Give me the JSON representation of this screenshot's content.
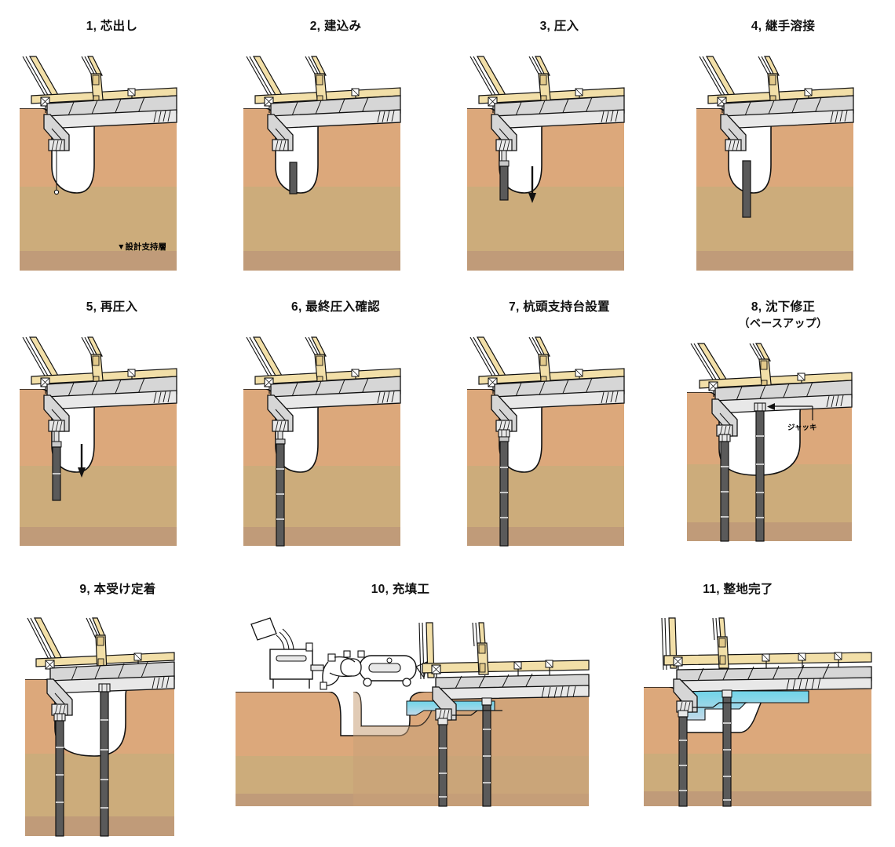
{
  "diagram": {
    "title_implicit": "",
    "colors": {
      "soil_top": "#DCA87B",
      "soil_mid": "#CCAC7B",
      "soil_bottom": "#C09B79",
      "wood": "#F2DFA8",
      "wood_dark": "#E2C98A",
      "concrete": "#D6D6D6",
      "concrete_light": "#E8E8E8",
      "pile": "#4A4A4A",
      "pile_light": "#8A8A8A",
      "grout_top": "#6FD4E8",
      "grout_bottom": "#C3DAE9",
      "outline": "#111111",
      "background": "#FFFFFF"
    },
    "legend": {
      "bearing_layer_label": "▼設計支持層",
      "jack_label": "ジャッキ"
    },
    "panels": [
      {
        "n": 1,
        "number": "1",
        "label": "芯出し",
        "title": "1, 芯出し",
        "row": 1,
        "col": 1,
        "annotations": [
          "▼設計支持層"
        ],
        "pile_state": "none",
        "has_plumb_bob": true
      },
      {
        "n": 2,
        "number": "2",
        "label": "建込み",
        "title": "2, 建込み",
        "row": 1,
        "col": 2,
        "annotations": [],
        "pile_state": "short",
        "has_plumb_bob": false
      },
      {
        "n": 3,
        "number": "3",
        "label": "圧入",
        "title": "3, 圧入",
        "row": 1,
        "col": 3,
        "annotations": [
          "下向き矢印"
        ],
        "pile_state": "jacking",
        "has_plumb_bob": false
      },
      {
        "n": 4,
        "number": "4",
        "label": "継手溶接",
        "title": "4, 継手溶接",
        "row": 1,
        "col": 4,
        "annotations": [],
        "pile_state": "medium",
        "has_plumb_bob": false
      },
      {
        "n": 5,
        "number": "5",
        "label": "再圧入",
        "title": "5, 再圧入",
        "row": 2,
        "col": 1,
        "annotations": [
          "下向き矢印"
        ],
        "pile_state": "jacking2",
        "has_plumb_bob": false
      },
      {
        "n": 6,
        "number": "6",
        "label": "最終圧入確認",
        "title": "6, 最終圧入確認",
        "row": 2,
        "col": 2,
        "annotations": [],
        "pile_state": "full",
        "has_plumb_bob": false
      },
      {
        "n": 7,
        "number": "7",
        "label": "杭頭支持台設置",
        "title": "7, 杭頭支持台設置",
        "row": 2,
        "col": 3,
        "annotations": [],
        "pile_state": "full-cap",
        "has_plumb_bob": false
      },
      {
        "n": 8,
        "number": "8",
        "label": "沈下修正",
        "title": "8, 沈下修正",
        "sub": "（ベースアップ）",
        "row": 2,
        "col": 4,
        "annotations": [
          "ジャッキ"
        ],
        "pile_state": "two-full",
        "has_plumb_bob": false
      },
      {
        "n": 9,
        "number": "9",
        "label": "本受け定着",
        "title": "9, 本受け定着",
        "row": 3,
        "col": 1,
        "annotations": [],
        "pile_state": "two-full",
        "has_plumb_bob": false
      },
      {
        "n": 10,
        "number": "10",
        "label": "充填工",
        "title": "10, 充填工",
        "row": 3,
        "col": 2,
        "annotations": [
          "ミキサー",
          "グラウトポンプ",
          "セメント袋"
        ],
        "pile_state": "two-full-grout-partial",
        "has_plumb_bob": false
      },
      {
        "n": 11,
        "number": "11",
        "label": "整地完了",
        "title": "11, 整地完了",
        "row": 3,
        "col": 3,
        "annotations": [],
        "pile_state": "two-full-grout-complete",
        "has_plumb_bob": false
      }
    ]
  }
}
